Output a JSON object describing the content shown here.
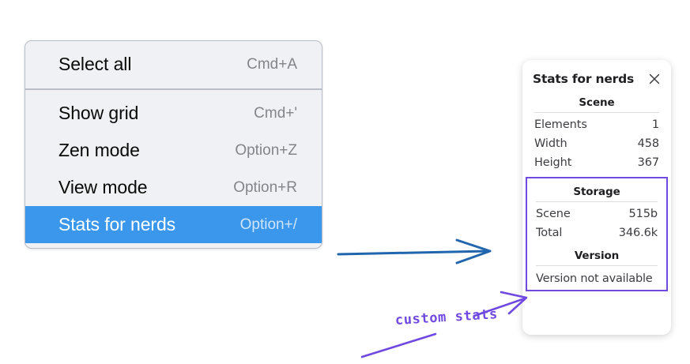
{
  "context_menu": {
    "groups": [
      {
        "items": [
          {
            "label": "Select all",
            "shortcut": "Cmd+A",
            "selected": false
          }
        ]
      },
      {
        "items": [
          {
            "label": "Show grid",
            "shortcut": "Cmd+'",
            "selected": false
          },
          {
            "label": "Zen mode",
            "shortcut": "Option+Z",
            "selected": false
          },
          {
            "label": "View mode",
            "shortcut": "Option+R",
            "selected": false
          },
          {
            "label": "Stats for nerds",
            "shortcut": "Option+/",
            "selected": true
          }
        ]
      }
    ],
    "highlight_color": "#3b97eb"
  },
  "stats_panel": {
    "title": "Stats for nerds",
    "close_icon": "close-icon",
    "scene": {
      "heading": "Scene",
      "rows": [
        {
          "key": "Elements",
          "value": "1"
        },
        {
          "key": "Width",
          "value": "458"
        },
        {
          "key": "Height",
          "value": "367"
        }
      ]
    },
    "storage": {
      "heading": "Storage",
      "rows": [
        {
          "key": "Scene",
          "value": "515b"
        },
        {
          "key": "Total",
          "value": "346.6k"
        }
      ]
    },
    "version": {
      "heading": "Version",
      "text": "Version not available"
    },
    "custom_box_color": "#6f49e0"
  },
  "annotations": {
    "custom_stats_label": "custom stats",
    "blue_arrow_color": "#2166ac",
    "purple_color": "#6f49e0"
  }
}
